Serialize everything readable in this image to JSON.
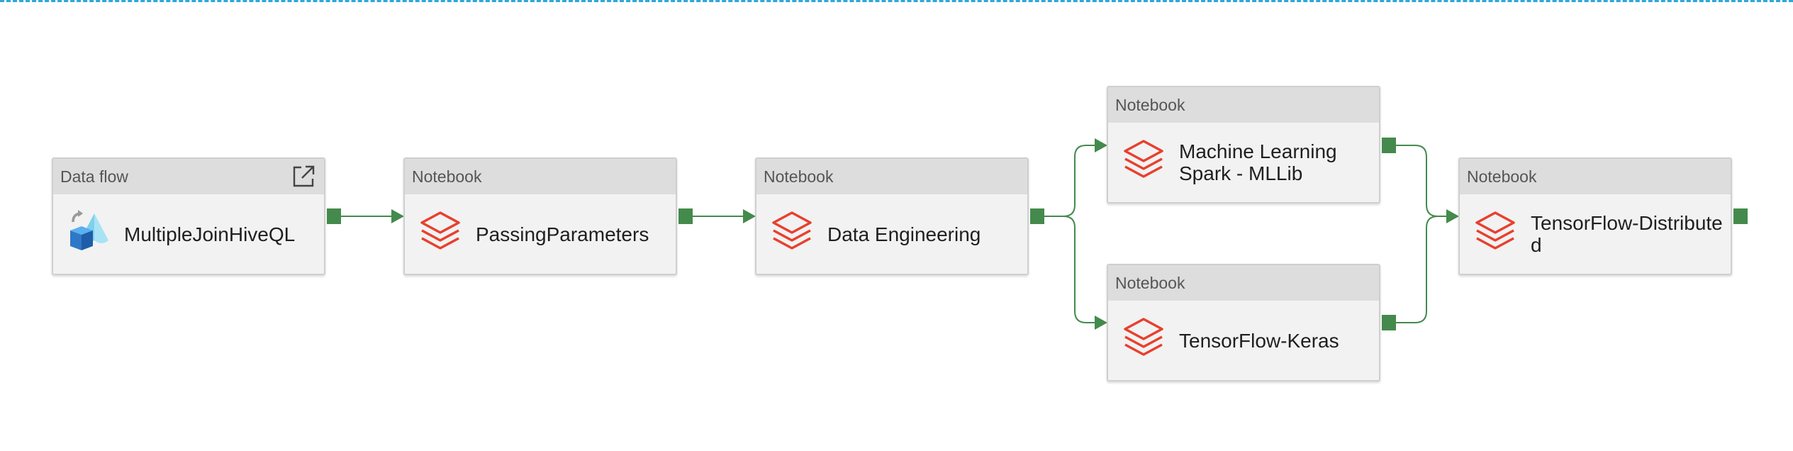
{
  "pipeline": {
    "activities": [
      {
        "id": "a1",
        "type": "Data flow",
        "name": "MultipleJoinHiveQL",
        "icon": "dataflow-icon",
        "has_open_button": true
      },
      {
        "id": "a2",
        "type": "Notebook",
        "name": "PassingParameters",
        "icon": "databricks-icon"
      },
      {
        "id": "a3",
        "type": "Notebook",
        "name": "Data Engineering",
        "icon": "databricks-icon"
      },
      {
        "id": "a4",
        "type": "Notebook",
        "name": "Machine Learning Spark - MLLib",
        "icon": "databricks-icon"
      },
      {
        "id": "a5",
        "type": "Notebook",
        "name": "TensorFlow-Keras",
        "icon": "databricks-icon"
      },
      {
        "id": "a6",
        "type": "Notebook",
        "name": "TensorFlow-Distributed",
        "icon": "databricks-icon"
      }
    ],
    "connections": [
      {
        "from": "MultipleJoinHiveQL",
        "to": "PassingParameters",
        "condition": "success"
      },
      {
        "from": "PassingParameters",
        "to": "Data Engineering",
        "condition": "success"
      },
      {
        "from": "Data Engineering",
        "to": "Machine Learning Spark - MLLib",
        "condition": "success"
      },
      {
        "from": "Data Engineering",
        "to": "TensorFlow-Keras",
        "condition": "success"
      },
      {
        "from": "Machine Learning Spark - MLLib",
        "to": "TensorFlow-Distributed",
        "condition": "success"
      },
      {
        "from": "TensorFlow-Keras",
        "to": "TensorFlow-Distributed",
        "condition": "success"
      }
    ]
  },
  "colors": {
    "success_connector": "#448a4c",
    "selection_border": "#2fa7d9",
    "databricks_red": "#e8402e",
    "header_bg": "#dddddd",
    "card_bg": "#f2f2f2"
  }
}
